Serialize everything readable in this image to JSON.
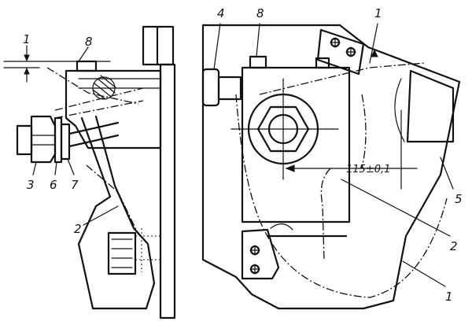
{
  "callouts": {
    "left_gap": "1",
    "left_part_8": "8",
    "left_part_3": "3",
    "left_part_6": "6",
    "left_part_7": "7",
    "left_part_2": "2",
    "right_part_4": "4",
    "right_part_8": "8",
    "right_part_1_top": "1",
    "right_part_5": "5",
    "right_part_2": "2",
    "right_part_1_bottom": "1"
  },
  "dimension": "115±0,1"
}
